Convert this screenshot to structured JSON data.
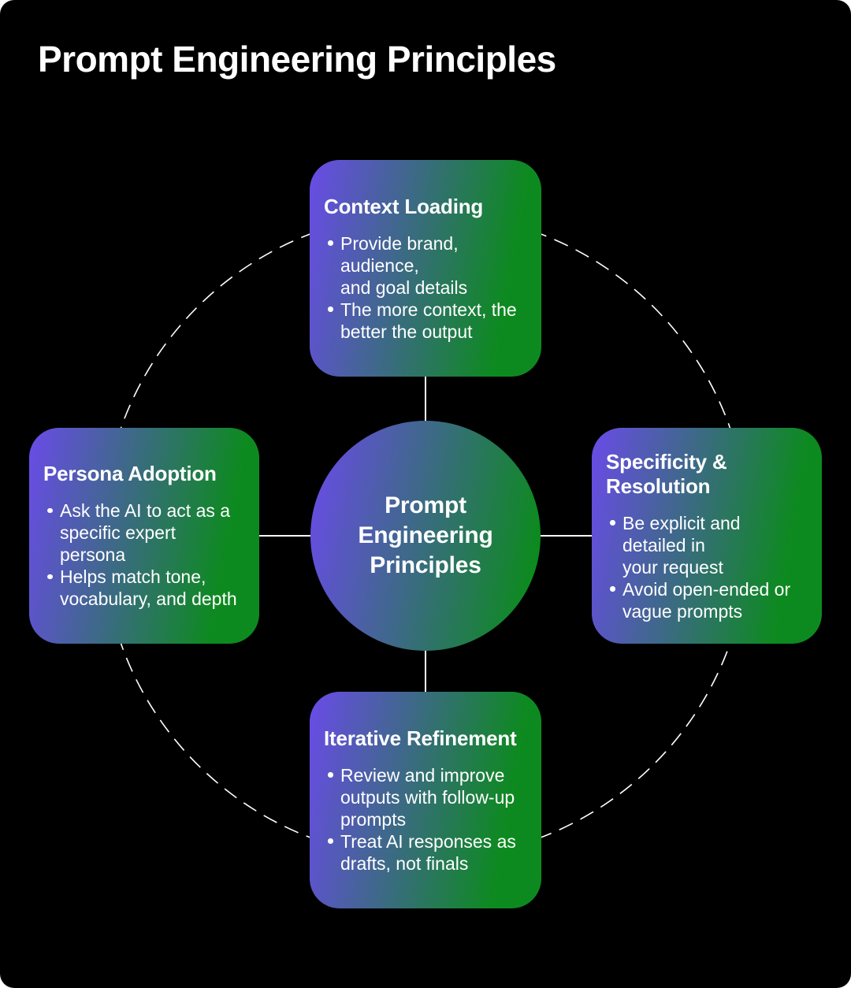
{
  "title": "Prompt Engineering Principles",
  "center": {
    "label": "Prompt\nEngineering\nPrinciples"
  },
  "cards": {
    "top": {
      "heading": "Context Loading",
      "bullets": [
        "Provide brand, audience,\nand goal details",
        "The more context, the\nbetter the output"
      ]
    },
    "left": {
      "heading": "Persona Adoption",
      "bullets": [
        "Ask the AI to act as a\nspecific expert persona",
        "Helps match tone,\nvocabulary, and depth"
      ]
    },
    "right": {
      "heading": "Specificity & Resolution",
      "bullets": [
        "Be explicit and detailed in\nyour request",
        "Avoid open-ended or\nvague prompts"
      ]
    },
    "bottom": {
      "heading": "Iterative Refinement",
      "bullets": [
        "Review and improve\noutputs with follow-up\nprompts",
        "Treat AI responses as\ndrafts, not finals"
      ]
    }
  },
  "colors": {
    "purple": "#6a4be8",
    "green": "#0d8a1f",
    "background": "#000000",
    "text": "#ffffff",
    "connector": "#ffffff",
    "dashed_ring": "#ffffff"
  }
}
